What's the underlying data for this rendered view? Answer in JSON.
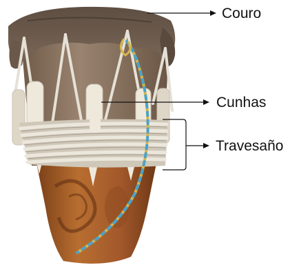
{
  "labels": {
    "couro": "Couro",
    "cunhas": "Cunhas",
    "travesano": "Travesaño"
  },
  "colors": {
    "hide": "#6b5a4c",
    "hide_dark": "#4a3c31",
    "wood": "#a8612a",
    "wood_dark": "#7a3f18",
    "wood_top": "#8a7868",
    "rope": "#e6e1d6",
    "rope_shadow": "#bdb6a8",
    "wedge": "#efe9dc",
    "cord_blue": "#4aa3c8",
    "cord_yellow": "#d9b64a",
    "pointer": "#111111"
  }
}
